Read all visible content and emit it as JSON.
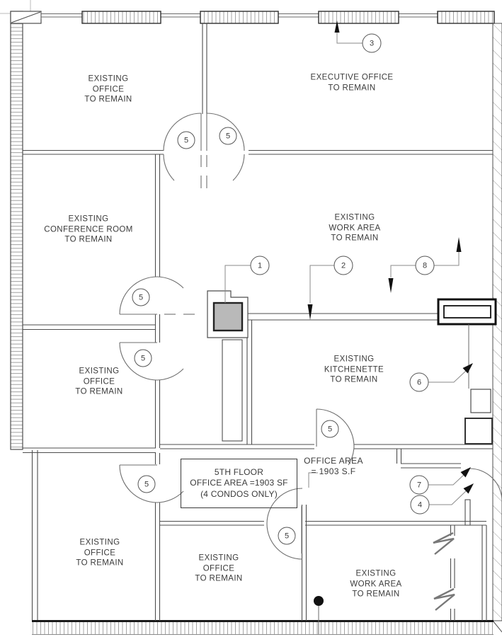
{
  "drawing": {
    "type": "architectural floor plan",
    "floor": "5TH FLOOR"
  },
  "rooms": [
    {
      "id": "office-top-left",
      "label": "EXISTING\nOFFICE\nTO REMAIN"
    },
    {
      "id": "executive-office",
      "label": "EXECUTIVE OFFICE\nTO REMAIN"
    },
    {
      "id": "conference-room",
      "label": "EXISTING\nCONFERENCE ROOM\nTO REMAIN"
    },
    {
      "id": "work-area-upper",
      "label": "EXISTING\nWORK AREA\nTO REMAIN"
    },
    {
      "id": "office-mid-left",
      "label": "EXISTING\nOFFICE\nTO REMAIN"
    },
    {
      "id": "kitchenette",
      "label": "EXISTING\nKITCHENETTE\nTO REMAIN"
    },
    {
      "id": "office-bottom-left",
      "label": "EXISTING\nOFFICE\nTO REMAIN"
    },
    {
      "id": "office-bottom-middle",
      "label": "EXISTING\nOFFICE\nTO REMAIN"
    },
    {
      "id": "work-area-bottom-right",
      "label": "EXISTING\nWORK AREA\nTO REMAIN"
    }
  ],
  "annotations": {
    "floor_note": {
      "line1": "5TH FLOOR",
      "line2": "OFFICE AREA =1903 SF",
      "line3": "(4 CONDOS ONLY)"
    },
    "area_note": "OFFICE AREA\n= 1903 S.F"
  },
  "callouts": {
    "n1": "1",
    "n2": "2",
    "n3": "3",
    "n4": "4",
    "n6": "6",
    "n7": "7",
    "n8": "8",
    "door_tag": "5"
  },
  "colors": {
    "background": "#ffffff",
    "wall_line": "#4d4d4d",
    "heavy_line": "#1a1a1a",
    "hatch": "#a6a6a6",
    "column_fill": "#b9b9b9",
    "text": "#3a3a3a",
    "leader": "#8a8a8a"
  }
}
